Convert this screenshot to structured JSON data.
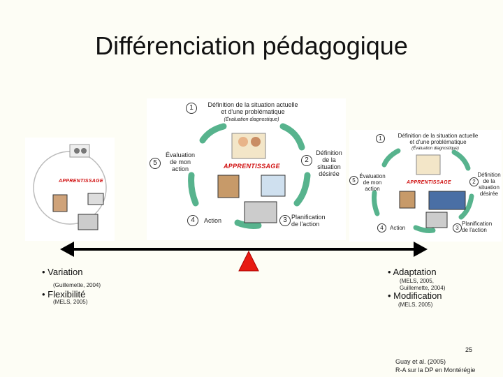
{
  "slide": {
    "title": "Différenciation pédagogique",
    "page_number": "25",
    "source_line1": "Guay et al. (2005)",
    "source_line2": "R-A sur la DP en Montérégie"
  },
  "cycle": {
    "center_label": "APPRENTISSAGE",
    "step1_title_l1": "Définition de la situation actuelle",
    "step1_title_l2": "et d'une problématique",
    "step1_sub": "(Évaluation diagnostique)",
    "step2_title": "Définition de la situation désirée",
    "step2_l1": "Définition",
    "step2_l2": "de la",
    "step2_l3": "situation",
    "step2_l4": "désirée",
    "step3_l1": "Planification",
    "step3_l2": "de l'action",
    "step4": "Action",
    "step5_l1": "Évaluation",
    "step5_l2": "de mon",
    "step5_l3": "action",
    "n1": "1",
    "n2": "2",
    "n3": "3",
    "n4": "4",
    "n5": "5"
  },
  "cycle_right": {
    "step2_l1": "Définition",
    "step2_l2": "de la",
    "step2_l3": "situation",
    "step2_l4": "désirée",
    "step3_l1": "Planification",
    "step3_l2": "de l'action"
  },
  "left_list": {
    "item1": "• Variation",
    "item1_ref": "(Guillemette, 2004)",
    "item2": "• Flexibilité",
    "item2_ref": "(MELS, 2005)"
  },
  "right_list": {
    "item1": "• Adaptation",
    "item1_ref_l1": "(MELS, 2005,",
    "item1_ref_l2": "Guillemette, 2004)",
    "item2": "• Modification",
    "item2_ref": "(MELS, 2005)"
  },
  "colors": {
    "arrow_green": "#3aa67a",
    "apprentissage_red": "#d01010",
    "fulcrum_red": "#e81b12",
    "axis": "#000000"
  }
}
